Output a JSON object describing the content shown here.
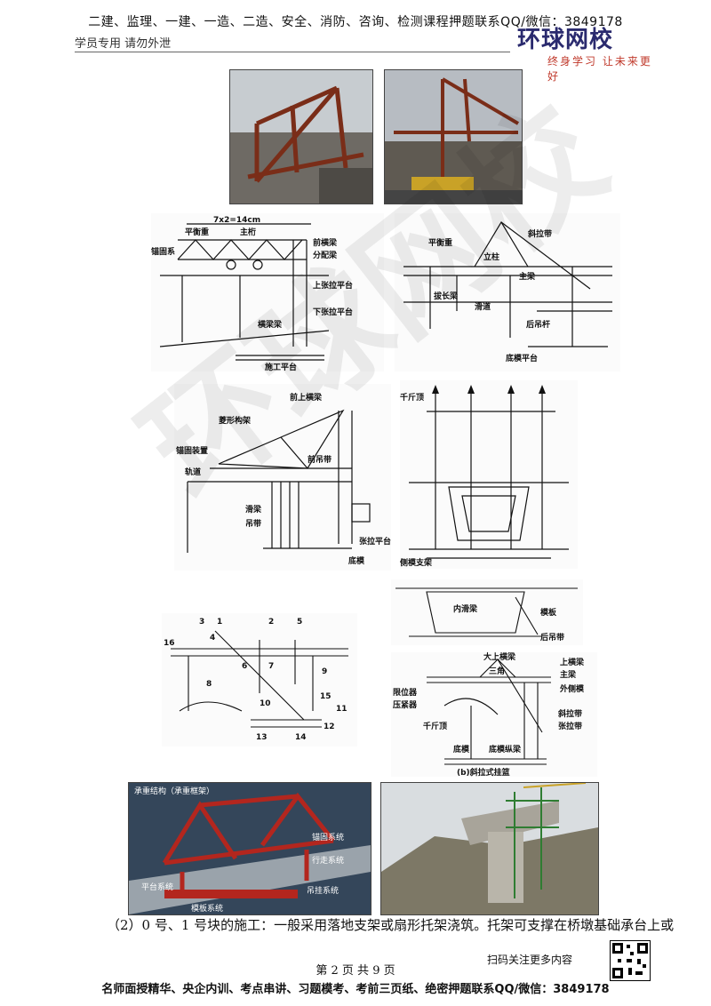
{
  "header": {
    "top_line": "二建、监理、一建、一造、二造、安全、消防、咨询、检测课程押题联系QQ/微信：3849178",
    "student_note": "学员专用 请勿外泄",
    "logo_name": "环球网校",
    "logo_slogan": "终身学习 让未来更好"
  },
  "figures": {
    "fig2": {
      "dim": "7x2=14cm",
      "labels": [
        "平衡重",
        "主桁",
        "锚固系",
        "前横梁",
        "分配梁",
        "上张拉平台",
        "下张拉平台",
        "横梁梁",
        "施工平台"
      ]
    },
    "fig3": {
      "labels": [
        "斜拉带",
        "平衡重",
        "立柱",
        "主梁",
        "拔长梁",
        "滑道",
        "后吊杆",
        "底模平台"
      ]
    },
    "fig4": {
      "labels": [
        "前上横梁",
        "菱形构架",
        "锚固装置",
        "轨道",
        "前吊带",
        "滑梁",
        "吊带",
        "张拉平台",
        "底模"
      ]
    },
    "fig5": {
      "labels": [
        "千斤顶",
        "侧模支架"
      ]
    },
    "fig6": {
      "labels": [
        "内滑梁",
        "模板",
        "后吊带"
      ]
    },
    "fig7": {
      "labels": [
        "1",
        "2",
        "3",
        "4",
        "5",
        "6",
        "7",
        "8",
        "9",
        "10",
        "11",
        "12",
        "13",
        "14",
        "15",
        "16"
      ]
    },
    "fig8": {
      "labels": [
        "大上横梁",
        "上横梁",
        "三角",
        "主梁",
        "限位器",
        "压紧器",
        "千斤顶",
        "斜拉带",
        "张拉带",
        "外侧模",
        "底模",
        "底模纵梁"
      ],
      "caption": "(b)斜拉式挂篮"
    },
    "fig9": {
      "labels": [
        "承重结构（承重框架）",
        "锚固系统",
        "行走系统",
        "平台系统",
        "吊挂系统",
        "模板系统"
      ]
    }
  },
  "body_text": "（2）0 号、1 号块的施工：一般采用落地支架或扇形托架浇筑。托架可支撑在桥墩基础承台上或",
  "scan_note": "扫码关注更多内容",
  "page_number": "第 2 页 共 9 页",
  "footer": "名师面授精华、央企内训、考点串讲、习题模考、考前三页纸、绝密押题联系QQ/微信：3849178",
  "watermark": "环球网校",
  "colors": {
    "logo": "#2a2a6e",
    "slogan": "#c0392b",
    "steel": "#7a2d18",
    "render": "#b3261e"
  }
}
